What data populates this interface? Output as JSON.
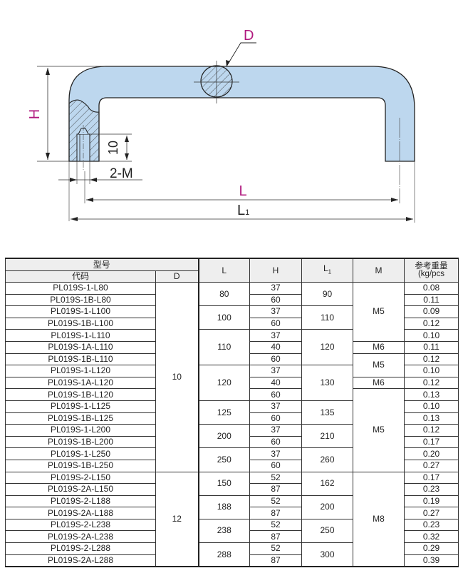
{
  "drawing": {
    "labels": {
      "D": "D",
      "H": "H",
      "thread_depth": "10",
      "thread": "2-M",
      "L": "L",
      "L1_main": "L",
      "L1_sub": "1"
    },
    "colors": {
      "body_fill": "#bdd7ee",
      "label_magenta": "#b0197e",
      "outline": "#222222"
    }
  },
  "table": {
    "header": {
      "model_group": "型号",
      "code": "代码",
      "D": "D",
      "L": "L",
      "H": "H",
      "L1_main": "L",
      "L1_sub": "1",
      "M": "M",
      "weight_line1": "参考重量",
      "weight_line2": "(kg/pcs"
    },
    "colors": {
      "header_accent": "#b0197e",
      "value_blue": "#1f8ad0",
      "header_bg": "#eeeeee"
    },
    "codes": [
      "PL019S-1-L80",
      "PL019S-1B-L80",
      "PL019S-1-L100",
      "PL019S-1B-L100",
      "PL019S-1-L110",
      "PL019S-1A-L110",
      "PL019S-1B-L110",
      "PL019S-1-L120",
      "PL019S-1A-L120",
      "PL019S-1B-L120",
      "PL019S-1-L125",
      "PL019S-1B-L125",
      "PL019S-1-L200",
      "PL019S-1B-L200",
      "PL019S-1-L250",
      "PL019S-1B-L250",
      "PL019S-2-L150",
      "PL019S-2A-L150",
      "PL019S-2-L188",
      "PL019S-2A-L188",
      "PL019S-2-L238",
      "PL019S-2A-L238",
      "PL019S-2-L288",
      "PL019S-2A-L288"
    ],
    "D_groups": [
      "10",
      "12"
    ],
    "L_groups": [
      "80",
      "100",
      "110",
      "120",
      "125",
      "200",
      "250",
      "150",
      "188",
      "238",
      "288"
    ],
    "H": [
      "37",
      "60",
      "37",
      "60",
      "37",
      "40",
      "60",
      "37",
      "40",
      "60",
      "37",
      "60",
      "37",
      "60",
      "37",
      "60",
      "52",
      "87",
      "52",
      "87",
      "52",
      "87",
      "52",
      "87"
    ],
    "L1_groups": [
      "90",
      "110",
      "120",
      "130",
      "135",
      "210",
      "260",
      "162",
      "200",
      "250",
      "300"
    ],
    "M_groups": [
      "M5",
      "M6",
      "M5",
      "M6",
      "M5",
      "M8"
    ],
    "weights": [
      "0.08",
      "0.11",
      "0.09",
      "0.12",
      "0.10",
      "0.11",
      "0.12",
      "0.10",
      "0.12",
      "0.13",
      "0.10",
      "0.13",
      "0.12",
      "0.17",
      "0.20",
      "0.27",
      "0.17",
      "0.23",
      "0.19",
      "0.27",
      "0.23",
      "0.32",
      "0.29",
      "0.39"
    ]
  }
}
